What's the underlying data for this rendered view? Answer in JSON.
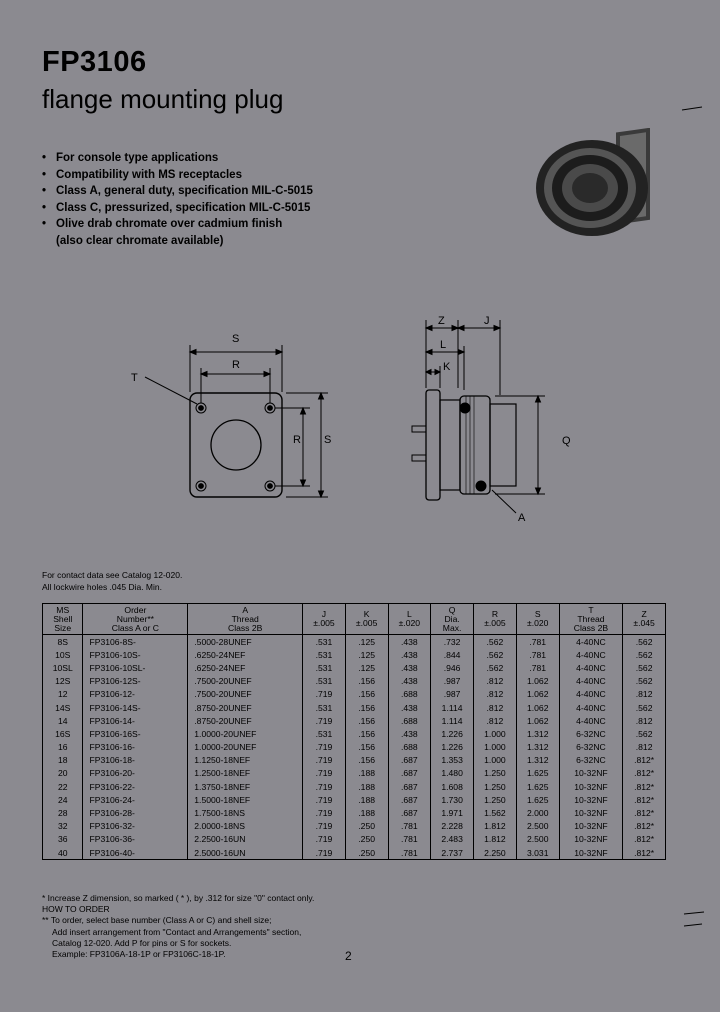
{
  "header": {
    "title": "FP3106",
    "subtitle": "flange mounting plug"
  },
  "features": [
    "For console type applications",
    "Compatibility with MS receptacles",
    "Class A, general duty, specification MIL-C-5015",
    "Class C, pressurized, specification MIL-C-5015",
    "Olive drab chromate over cadmium finish"
  ],
  "features_cont": "(also clear chromate available)",
  "drawing_labels": {
    "s_top": "S",
    "r_top": "R",
    "t": "T",
    "r_side": "R",
    "s_side": "S",
    "z": "Z",
    "j": "J",
    "l": "L",
    "k": "K",
    "q": "Q",
    "a": "A"
  },
  "notes": {
    "contact": "For contact data see Catalog 12-020.",
    "lockwire": "All lockwire holes .045 Dia. Min."
  },
  "table": {
    "headers": [
      [
        "MS",
        "Shell",
        "Size"
      ],
      [
        "Order",
        "Number**",
        "Class A or C"
      ],
      [
        "A",
        "Thread",
        "Class 2B"
      ],
      [
        "J",
        "±.005"
      ],
      [
        "K",
        "±.005"
      ],
      [
        "L",
        "±.020"
      ],
      [
        "Q",
        "Dia.",
        "Max."
      ],
      [
        "R",
        "±.005"
      ],
      [
        "S",
        "±.020"
      ],
      [
        "T",
        "Thread",
        "Class 2B"
      ],
      [
        "Z",
        "±.045"
      ]
    ],
    "rows": [
      [
        "8S",
        "FP3106-8S-",
        ".5000-28UNEF",
        ".531",
        ".125",
        ".438",
        ".732",
        ".562",
        ".781",
        "4-40NC",
        ".562"
      ],
      [
        "10S",
        "FP3106-10S-",
        ".6250-24NEF",
        ".531",
        ".125",
        ".438",
        ".844",
        ".562",
        ".781",
        "4-40NC",
        ".562"
      ],
      [
        "10SL",
        "FP3106-10SL-",
        ".6250-24NEF",
        ".531",
        ".125",
        ".438",
        ".946",
        ".562",
        ".781",
        "4-40NC",
        ".562"
      ],
      [
        "12S",
        "FP3106-12S-",
        ".7500-20UNEF",
        ".531",
        ".156",
        ".438",
        ".987",
        ".812",
        "1.062",
        "4-40NC",
        ".562"
      ],
      [
        "12",
        "FP3106-12-",
        ".7500-20UNEF",
        ".719",
        ".156",
        ".688",
        ".987",
        ".812",
        "1.062",
        "4-40NC",
        ".812"
      ],
      [
        "14S",
        "FP3106-14S-",
        ".8750-20UNEF",
        ".531",
        ".156",
        ".438",
        "1.114",
        ".812",
        "1.062",
        "4-40NC",
        ".562"
      ],
      [
        "14",
        "FP3106-14-",
        ".8750-20UNEF",
        ".719",
        ".156",
        ".688",
        "1.114",
        ".812",
        "1.062",
        "4-40NC",
        ".812"
      ],
      [
        "16S",
        "FP3106-16S-",
        "1.0000-20UNEF",
        ".531",
        ".156",
        ".438",
        "1.226",
        "1.000",
        "1.312",
        "6-32NC",
        ".562"
      ],
      [
        "16",
        "FP3106-16-",
        "1.0000-20UNEF",
        ".719",
        ".156",
        ".688",
        "1.226",
        "1.000",
        "1.312",
        "6-32NC",
        ".812"
      ],
      [
        "18",
        "FP3106-18-",
        "1.1250-18NEF",
        ".719",
        ".156",
        ".687",
        "1.353",
        "1.000",
        "1.312",
        "6-32NC",
        ".812*"
      ],
      [
        "20",
        "FP3106-20-",
        "1.2500-18NEF",
        ".719",
        ".188",
        ".687",
        "1.480",
        "1.250",
        "1.625",
        "10-32NF",
        ".812*"
      ],
      [
        "22",
        "FP3106-22-",
        "1.3750-18NEF",
        ".719",
        ".188",
        ".687",
        "1.608",
        "1.250",
        "1.625",
        "10-32NF",
        ".812*"
      ],
      [
        "24",
        "FP3106-24-",
        "1.5000-18NEF",
        ".719",
        ".188",
        ".687",
        "1.730",
        "1.250",
        "1.625",
        "10-32NF",
        ".812*"
      ],
      [
        "28",
        "FP3106-28-",
        "1.7500-18NS",
        ".719",
        ".188",
        ".687",
        "1.971",
        "1.562",
        "2.000",
        "10-32NF",
        ".812*"
      ],
      [
        "32",
        "FP3106-32-",
        "2.0000-18NS",
        ".719",
        ".250",
        ".781",
        "2.228",
        "1.812",
        "2.500",
        "10-32NF",
        ".812*"
      ],
      [
        "36",
        "FP3106-36-",
        "2.2500-16UN",
        ".719",
        ".250",
        ".781",
        "2.483",
        "1.812",
        "2.500",
        "10-32NF",
        ".812*"
      ],
      [
        "40",
        "FP3106-40-",
        "2.5000-16UN",
        ".719",
        ".250",
        ".781",
        "2.737",
        "2.250",
        "3.031",
        "10-32NF",
        ".812*"
      ]
    ]
  },
  "footnotes": {
    "star": "* Increase Z dimension, so marked ( * ), by .312 for size \"0\" contact only.",
    "how_to_order": "HOW TO ORDER",
    "order_lines": [
      "** To order, select base number (Class A or C) and shell size;",
      "Add insert arrangement from \"Contact and Arrangements\" section,",
      "Catalog 12-020. Add P for pins or S for sockets.",
      "Example: FP3106A-18-1P or FP3106C-18-1P."
    ]
  },
  "page_number": "2"
}
